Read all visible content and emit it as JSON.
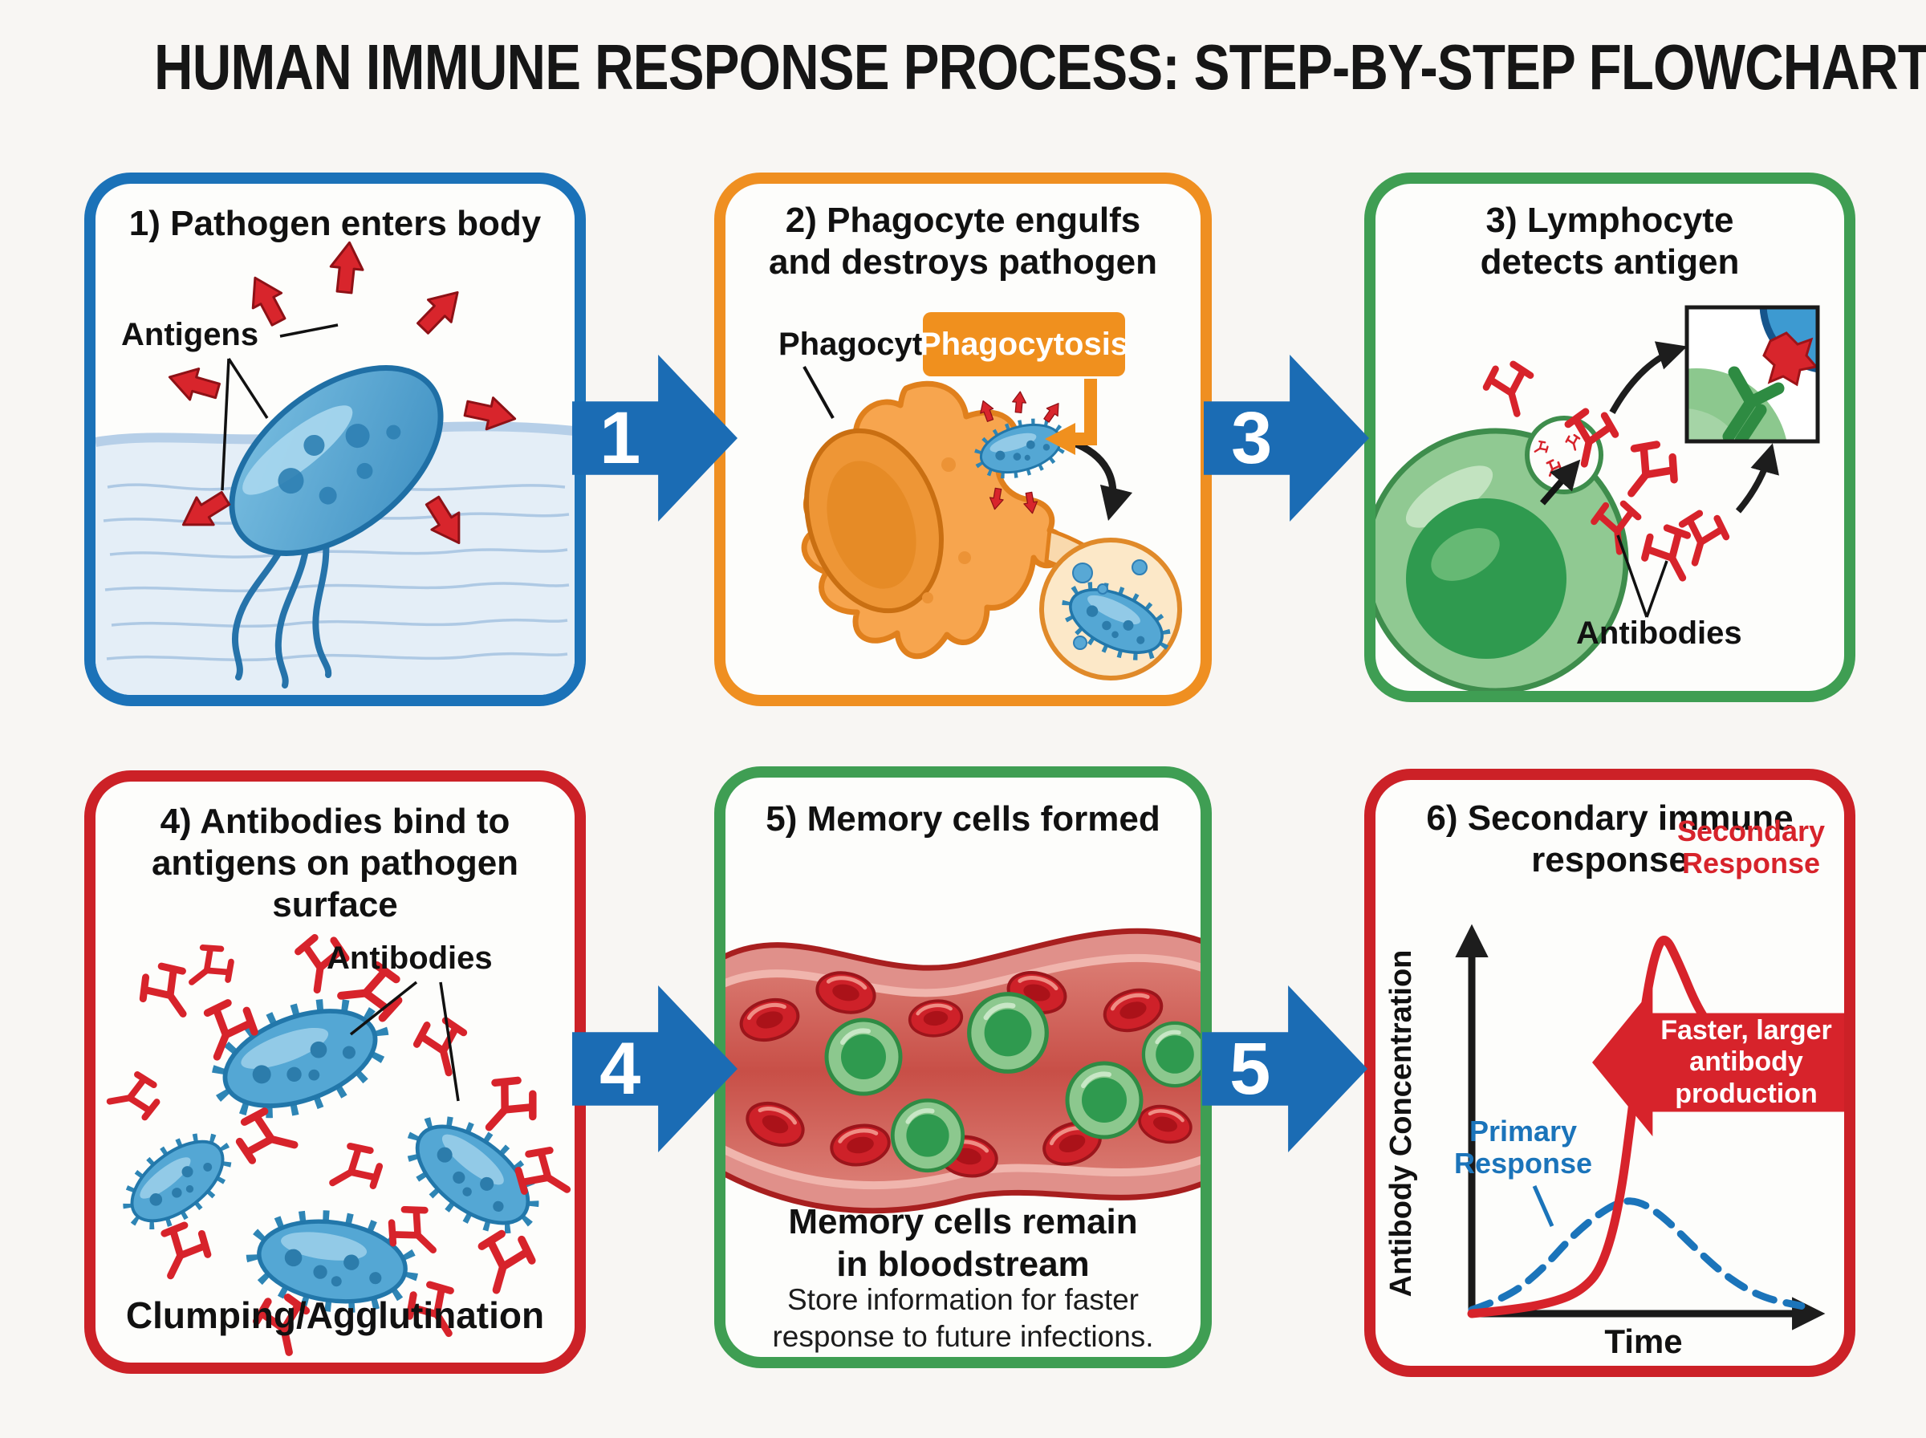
{
  "title": "HUMAN IMMUNE RESPONSE PROCESS: STEP-BY-STEP FLOWCHART",
  "panels": [
    {
      "heading": "1) Pathogen enters body",
      "border_color": "#1b72b8",
      "labels": {
        "antigens": "Antigens"
      }
    },
    {
      "heading": "2) Phagocyte engulfs and destroys pathogen",
      "border_color": "#ef8f21",
      "labels": {
        "phagocyte": "Phagocyte",
        "phagocytosis": "Phagocytosis"
      }
    },
    {
      "heading": "3) Lymphocyte detects antigen",
      "border_color": "#3f9e53",
      "labels": {
        "antibodies": "Antibodies"
      }
    },
    {
      "heading": "4) Antibodies bind to antigens on pathogen surface",
      "border_color": "#cc2127",
      "labels": {
        "antibodies": "Antibodies",
        "caption": "Clumping/Agglutination"
      }
    },
    {
      "heading": "5) Memory cells formed",
      "border_color": "#3f9e53",
      "caption_title": "Memory cells remain in bloodstream",
      "caption_body": "Store information for faster response to future infections."
    },
    {
      "heading": "6) Secondary immune response",
      "border_color": "#cc2127"
    }
  ],
  "flow_arrows": [
    {
      "label": "1"
    },
    {
      "label": "3"
    },
    {
      "label": "4"
    },
    {
      "label": "5"
    }
  ],
  "colors": {
    "background": "#f8f6f3",
    "panel_background": "#fdfdfb",
    "flow_arrow": "#1b6cb4",
    "pathogen_blue": "#4ea0cf",
    "antigen_red": "#d8252c",
    "phagocyte_orange": "#f7a54e",
    "lymphocyte_green": "#90c992",
    "blood_red": "#ce2129",
    "memory_green": "#2f9a4f"
  },
  "chart_data": {
    "type": "line",
    "title": "6) Secondary immune response",
    "xlabel": "Time",
    "ylabel": "Antibody Concentration",
    "x_range": [
      0,
      100
    ],
    "y_range": [
      0,
      100
    ],
    "grid": false,
    "legend_position": "annotated-on-plot",
    "series": [
      {
        "name": "Primary Response",
        "color": "#1b74ba",
        "style": "dashed",
        "points": [
          [
            0,
            1
          ],
          [
            10,
            4
          ],
          [
            20,
            11
          ],
          [
            30,
            21
          ],
          [
            40,
            28
          ],
          [
            47,
            30
          ],
          [
            55,
            26
          ],
          [
            65,
            17
          ],
          [
            75,
            9
          ],
          [
            85,
            4
          ],
          [
            96,
            2
          ]
        ]
      },
      {
        "name": "Secondary Response",
        "color": "#d7232b",
        "style": "solid",
        "points": [
          [
            0,
            0
          ],
          [
            12,
            1
          ],
          [
            24,
            3
          ],
          [
            32,
            6
          ],
          [
            38,
            12
          ],
          [
            43,
            28
          ],
          [
            47,
            55
          ],
          [
            50,
            78
          ],
          [
            53,
            93
          ],
          [
            56,
            99
          ],
          [
            60,
            92
          ],
          [
            66,
            79
          ],
          [
            72,
            72
          ],
          [
            80,
            69
          ],
          [
            90,
            68
          ],
          [
            100,
            68
          ]
        ]
      }
    ],
    "annotations": [
      {
        "text": "Secondary Response",
        "color": "#d7232b"
      },
      {
        "text": "Primary Response",
        "color": "#1b74ba"
      },
      {
        "text": "Faster, larger antibody production",
        "color": "#ffffff",
        "bg": "#d7232b"
      }
    ]
  }
}
